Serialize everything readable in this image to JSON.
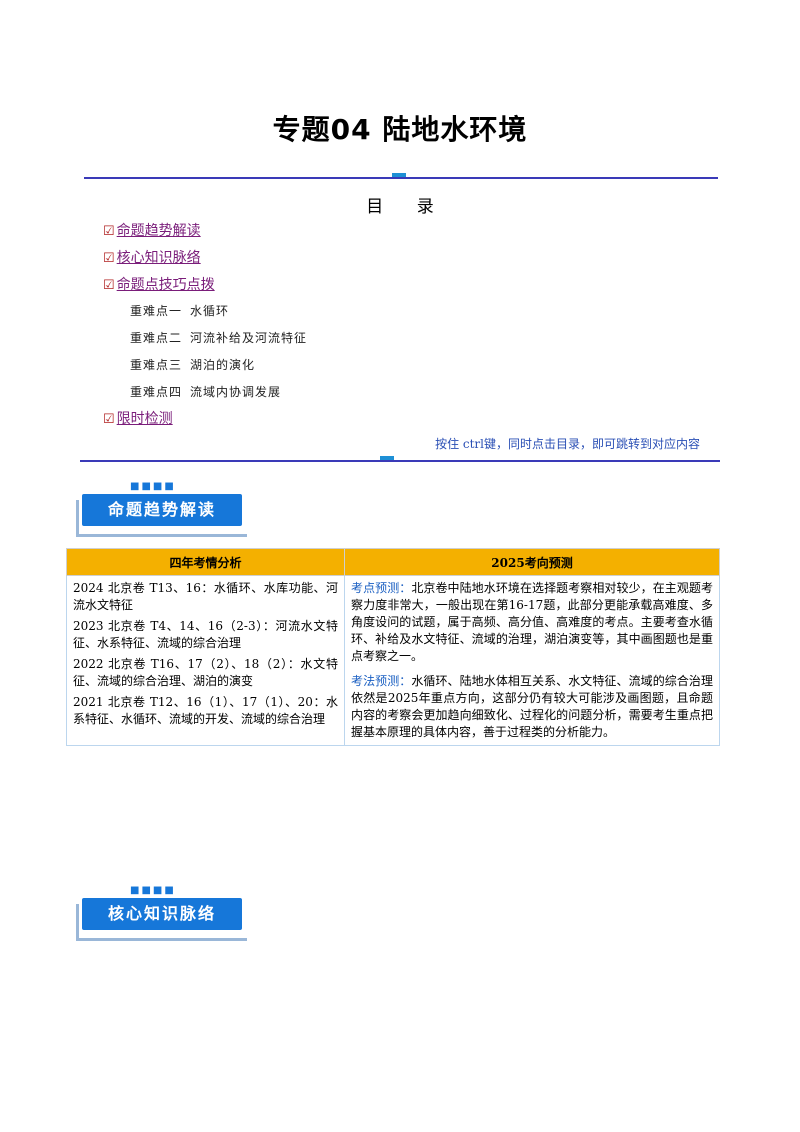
{
  "title": "专题04  陆地水环境",
  "toc": {
    "heading_chars": [
      "目",
      "录"
    ],
    "main_items": [
      "命题趋势解读",
      "核心知识脉络",
      "命题点技巧点拨",
      "限时检测"
    ],
    "sub_items": [
      {
        "point": "重难点一",
        "text": "水循环"
      },
      {
        "point": "重难点二",
        "text": "河流补给及河流特征"
      },
      {
        "point": "重难点三",
        "text": "湖泊的演化"
      },
      {
        "point": "重难点四",
        "text": "流域内协调发展"
      }
    ],
    "check_symbol": "☑",
    "hint": "按住 ctrl键，同时点击目录，即可跳转到对应内容"
  },
  "sections": {
    "trend": "命题趋势解读",
    "knowledge": "核心知识脉络"
  },
  "table": {
    "headers": [
      "四年考情分析",
      "2025考向预测"
    ],
    "left_items": [
      "2024 北京卷 T13、16：水循环、水库功能、河流水文特征",
      "2023 北京卷 T4、14、16（2-3）：河流水文特征、水系特征、流域的综合治理",
      "2022 北京卷 T16、17（2）、18（2）：水文特征、流域的综合治理、湖泊的演变",
      "2021 北京卷 T12、16（1）、17（1）、20：水系特征、水循环、流域的开发、流域的综合治理"
    ],
    "right": {
      "label1": "考点预测：",
      "text1": "北京卷中陆地水环境在选择题考察相对较少，在主观题考察力度非常大，一般出现在第16-17题，此部分更能承载高难度、多角度设问的试题，属于高频、高分值、高难度的考点。主要考查水循环、补给及水文特征、流域的治理，湖泊演变等，其中画图题也是重点考察之一。",
      "label2": "考法预测：",
      "text2": "水循环、陆地水体相互关系、水文特征、流域的综合治理依然是2025年重点方向，这部分仍有较大可能涉及画图题，且命题内容的考察会更加趋向细致化、过程化的问题分析，需要考生重点把握基本原理的具体内容，善于过程类的分析能力。"
    }
  },
  "colors": {
    "rule": "#3a3ab8",
    "accent": "#1677d9",
    "table_header": "#f4b000",
    "link": "#7a1d7a"
  }
}
